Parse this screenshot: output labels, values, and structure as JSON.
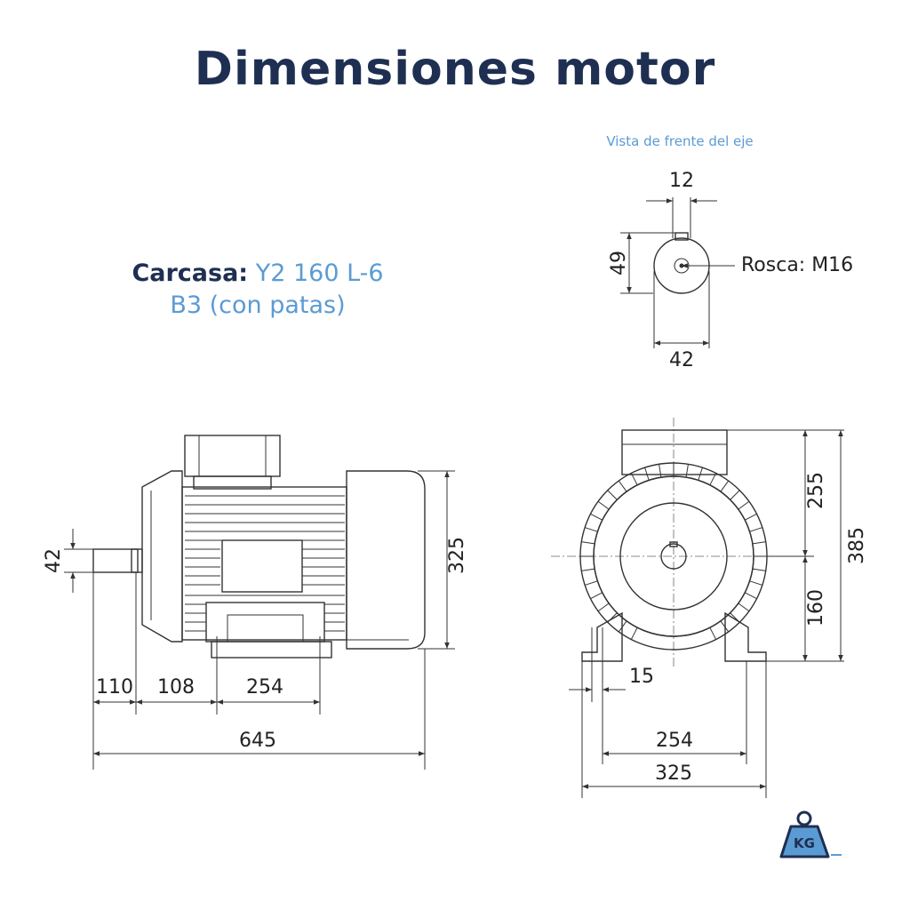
{
  "header": {
    "title": "Dimensiones motor"
  },
  "shaft_view": {
    "title": "Vista de frente del eje",
    "key_width": "12",
    "height": "49",
    "thread": "Rosca: M16",
    "diameter": "42"
  },
  "housing": {
    "label": "Carcasa:",
    "model": "Y2 160 L-6",
    "mount": "B3 (con patas)"
  },
  "side_view": {
    "shaft_dia": "42",
    "shaft_len": "110",
    "flange_to_foot": "108",
    "foot_spacing": "254",
    "body_height": "325",
    "total_length": "645"
  },
  "front_view": {
    "upper_height": "255",
    "axis_height": "160",
    "total_height": "385",
    "hole": "15",
    "foot_width": "254",
    "base_width": "325"
  },
  "badge": {
    "text": "KG"
  },
  "colors": {
    "title": "#1f2f52",
    "accent": "#5b9bd3",
    "line": "#333333"
  }
}
